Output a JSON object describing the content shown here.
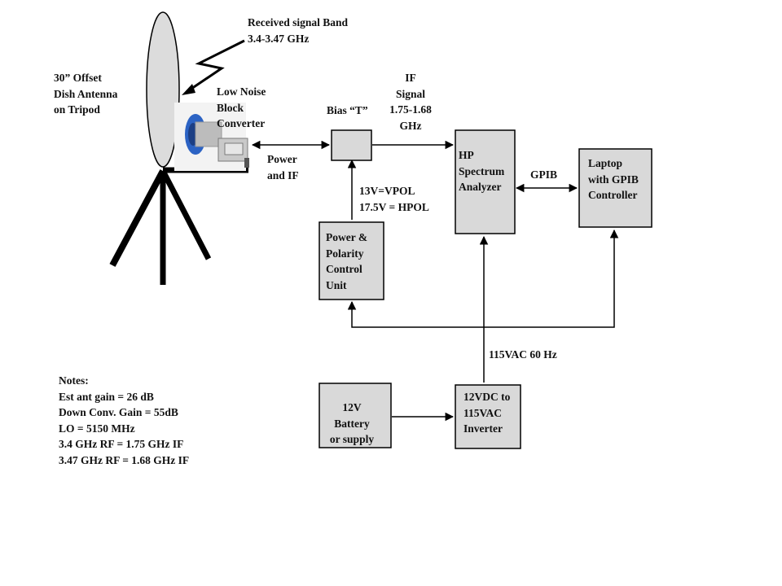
{
  "labels": {
    "antenna": [
      "30” Offset",
      "Dish Antenna",
      "on Tripod"
    ],
    "received_signal": [
      "Received signal Band",
      "3.4-3.47 GHz"
    ],
    "lnb": [
      "Low Noise",
      "Block",
      "Converter"
    ],
    "bias_t": "Bias “T”",
    "if_signal": [
      "IF",
      "Signal",
      "1.75-1.68",
      "GHz"
    ],
    "power_if": [
      "Power",
      "and IF"
    ],
    "polarity_voltage": [
      "13V=VPOL",
      "17.5V = HPOL"
    ],
    "gpib": "GPIB",
    "ac_power": "115VAC 60 Hz"
  },
  "blocks": {
    "spectrum_analyzer": [
      "HP",
      "Spectrum",
      "Analyzer"
    ],
    "laptop": [
      "Laptop",
      "with GPIB",
      "Controller"
    ],
    "power_control": [
      "Power &",
      "Polarity",
      "Control",
      "Unit"
    ],
    "battery": [
      "12V",
      "Battery",
      "or supply"
    ],
    "inverter": [
      "12VDC to",
      "115VAC",
      "Inverter"
    ]
  },
  "notes": [
    "Notes:",
    "Est ant gain = 26 dB",
    "Down Conv. Gain = 55dB",
    "LO = 5150 MHz",
    "3.4 GHz RF  = 1.75 GHz IF",
    "3.47 GHz RF = 1.68 GHz IF"
  ],
  "colors": {
    "block_fill": "#d9d9d9",
    "line": "#000000",
    "lnb_blue": "#2c63c4"
  }
}
